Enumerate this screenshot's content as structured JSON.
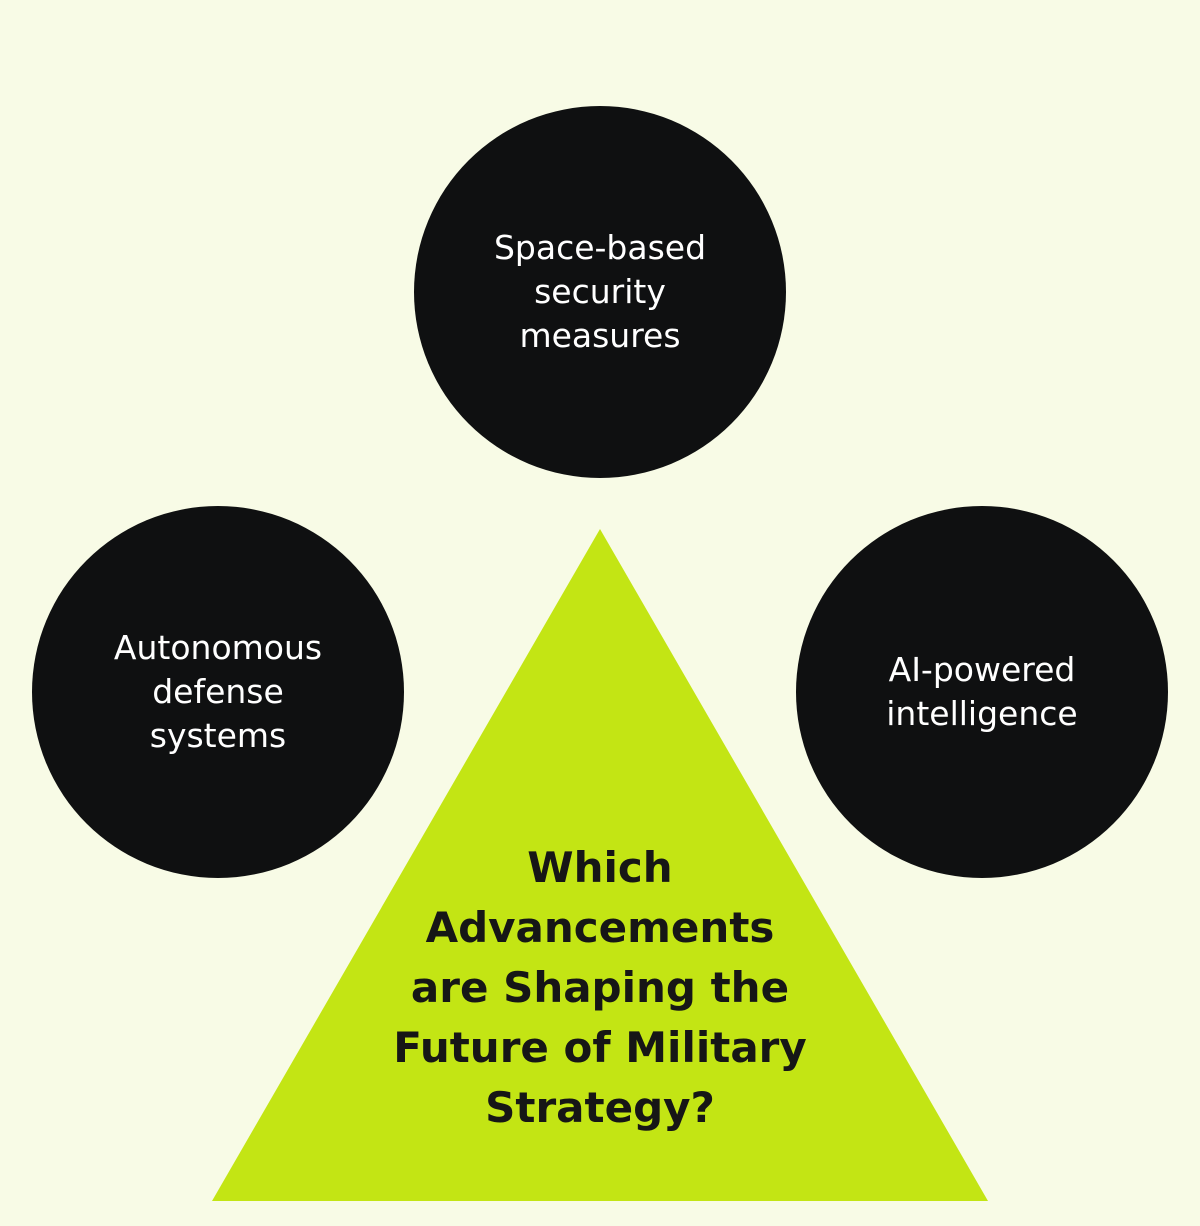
{
  "diagram": {
    "center_title": "Which Advancements are Shaping the Future of Military Strategy?",
    "nodes": [
      {
        "label": "Space-based security measures"
      },
      {
        "label": "Autonomous defense systems"
      },
      {
        "label": "AI-powered intelligence"
      }
    ],
    "colors": {
      "background": "#f8fbe6",
      "circle": "#0f1011",
      "triangle": "#c3e514",
      "circle_text": "#ffffff",
      "title_text": "#161616"
    }
  }
}
